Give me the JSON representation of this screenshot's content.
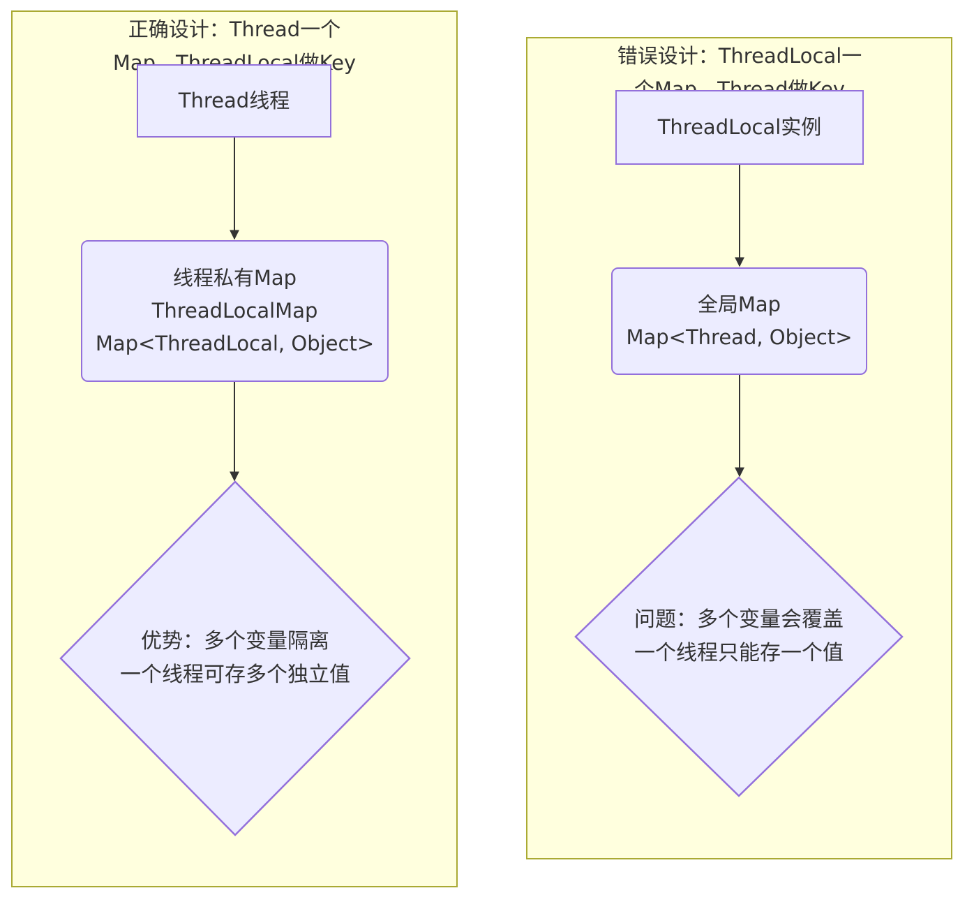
{
  "colors": {
    "page_background": "#ffffff",
    "panel_fill": "#ffffde",
    "panel_border": "#aaaa33",
    "node_fill": "#ECECFF",
    "node_border": "#9370DB",
    "text": "#333333",
    "arrow": "#333333"
  },
  "panels": [
    {
      "id": "correct-design",
      "title": "正确设计：Thread一个\nMap，ThreadLocal做Key",
      "nodes": {
        "top_box": "Thread线程",
        "middle_box": "线程私有Map\nThreadLocalMap\nMap<ThreadLocal, Object>",
        "diamond": "优势：多个变量隔离\n一个线程可存多个独立值"
      }
    },
    {
      "id": "wrong-design",
      "title": "错误设计：ThreadLocal一\n个Map，Thread做Key",
      "nodes": {
        "top_box": "ThreadLocal实例",
        "middle_box": "全局Map\nMap<Thread, Object>",
        "diamond": "问题：多个变量会覆盖\n一个线程只能存一个值"
      }
    }
  ]
}
